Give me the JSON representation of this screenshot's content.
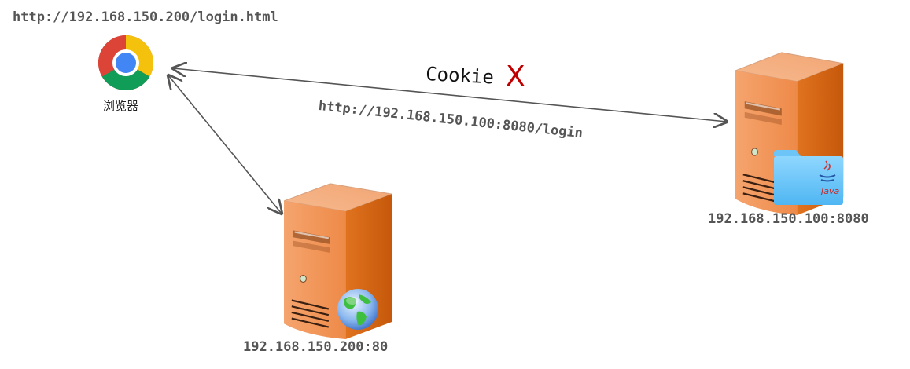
{
  "browser": {
    "url": "http://192.168.150.200/login.html",
    "label": "浏览器",
    "icon": "chrome-icon"
  },
  "web_server": {
    "address": "192.168.150.200:80",
    "icon": "server-icon",
    "badge_icon": "globe-icon"
  },
  "java_server": {
    "address": "192.168.150.100:8080",
    "icon": "server-icon",
    "badge_icon": "java-folder-icon",
    "badge_text": "Java"
  },
  "edges": {
    "browser_to_java": {
      "label": "http://192.168.150.100:8080/login",
      "cookie_label": "Cookie",
      "cookie_mark": "X",
      "cookie_mark_color": "#c00000"
    },
    "browser_to_web": {
      "label": ""
    }
  },
  "colors": {
    "arrow": "#555555",
    "server_front": "#f0955a",
    "server_side": "#d96414",
    "server_top": "#f4b287"
  }
}
